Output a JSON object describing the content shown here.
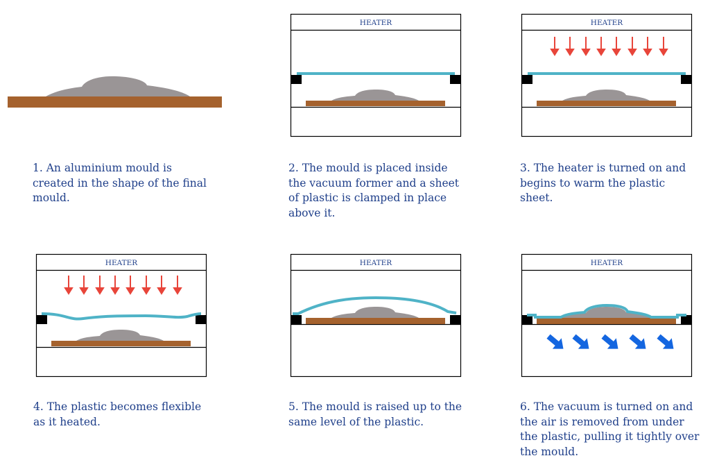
{
  "heater_label": "HEATER",
  "colors": {
    "caption": "#1f3f8a",
    "mould": "#9a9596",
    "base": "#a5622e",
    "plastic": "#4fb3c7",
    "heat_arrow": "#e8453a",
    "vacuum_arrow": "#1466e0",
    "clamp": "#000000"
  },
  "steps": [
    {
      "lines": [
        "1. An aluminium mould is",
        "created in the shape of the final",
        "mould."
      ]
    },
    {
      "lines": [
        "2. The mould is placed inside",
        "the vacuum former and a sheet",
        "of plastic is clamped in place",
        "above it."
      ]
    },
    {
      "lines": [
        "3. The heater is turned on and",
        "begins to warm the plastic",
        "sheet."
      ]
    },
    {
      "lines": [
        "4. The plastic becomes flexible",
        "as it heated."
      ]
    },
    {
      "lines": [
        "5. The mould is raised up to the",
        "same level of the plastic."
      ]
    },
    {
      "lines": [
        "6. The vacuum is turned on and",
        "the air is removed from under",
        "the plastic, pulling it tightly over",
        "the mould."
      ]
    }
  ]
}
